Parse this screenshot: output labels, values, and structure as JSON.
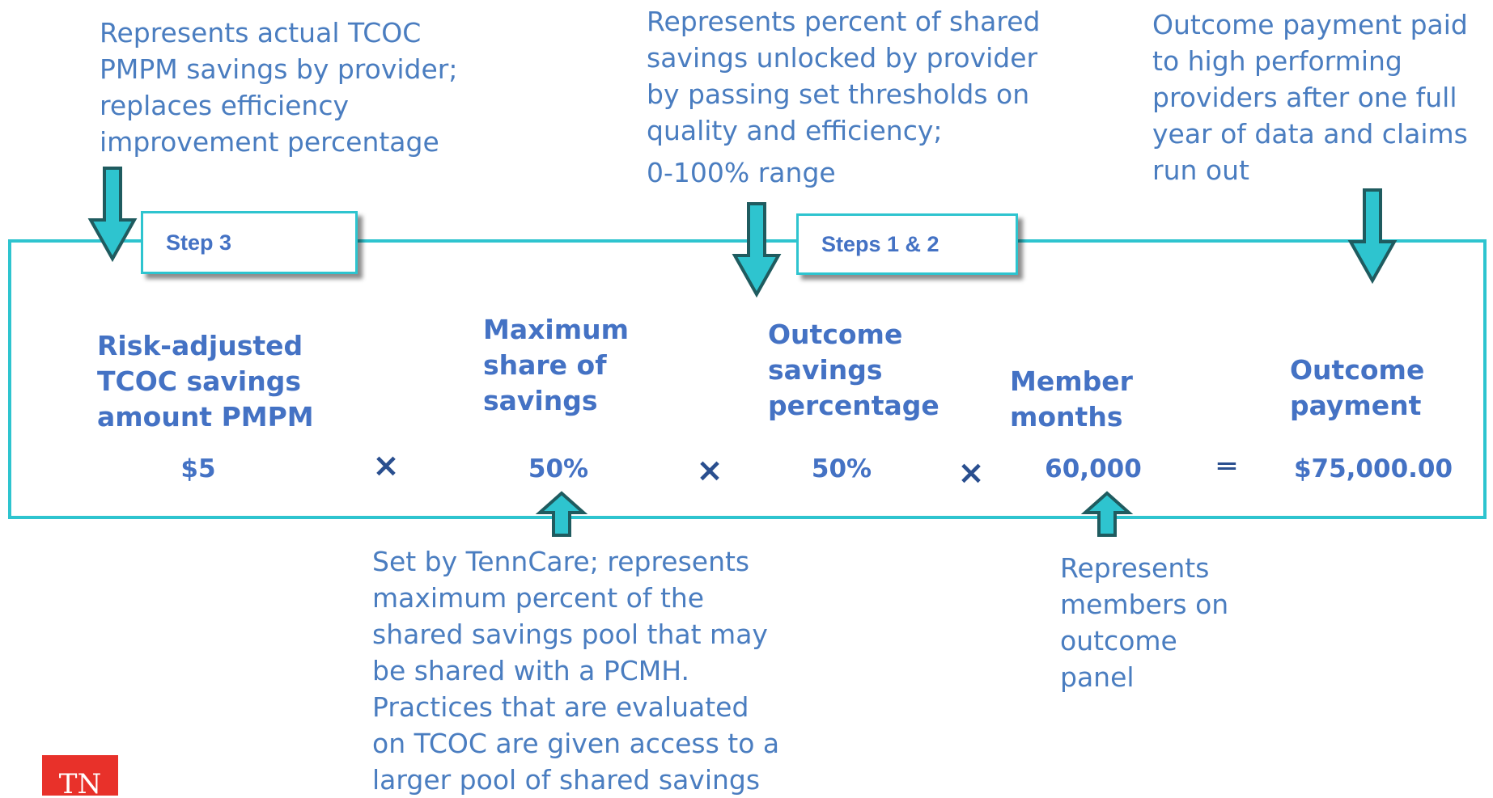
{
  "notes": {
    "tcoc": "Represents actual TCOC\nPMPM savings by provider;\nreplaces efficiency\nimprovement percentage",
    "outcome_savings": "Represents percent of shared\nsavings unlocked by provider\nby passing set thresholds on\nquality and efficiency;",
    "outcome_savings_range": "0-100% range",
    "payment": "Outcome payment paid\nto high performing\nproviders after one full\nyear of data and claims\nrun out",
    "max_share": "Set by TennCare; represents\nmaximum percent of the\nshared savings pool that may\nbe shared with a PCMH.\nPractices that are evaluated\non TCOC are given access to a\nlarger pool of shared savings",
    "member_months": "Represents\nmembers on\noutcome\npanel"
  },
  "steps": {
    "step3": "Step 3",
    "steps12": "Steps 1 & 2"
  },
  "formula": {
    "tcoc_label": "Risk-adjusted\nTCOC savings\namount PMPM",
    "tcoc_value": "$5",
    "max_share_label": "Maximum\nshare of\nsavings",
    "max_share_value": "50%",
    "outcome_savings_label": "Outcome\nsavings\npercentage",
    "outcome_savings_value": "50%",
    "member_months_label": "Member\nmonths",
    "member_months_value": "60,000",
    "payment_label": "Outcome\npayment",
    "payment_value": "$75,000.00",
    "times": "×",
    "equals": "═"
  },
  "logo": {
    "text": "TN"
  },
  "colors": {
    "frame": "#2ec4cf",
    "arrow_fill": "#2ec4cf",
    "arrow_outline": "#1f5b5f",
    "text_blue": "#4472c4",
    "logo_red": "#e8312a"
  },
  "icons": {
    "down_arrow": "down-arrow-icon",
    "up_arrow": "up-arrow-icon"
  }
}
